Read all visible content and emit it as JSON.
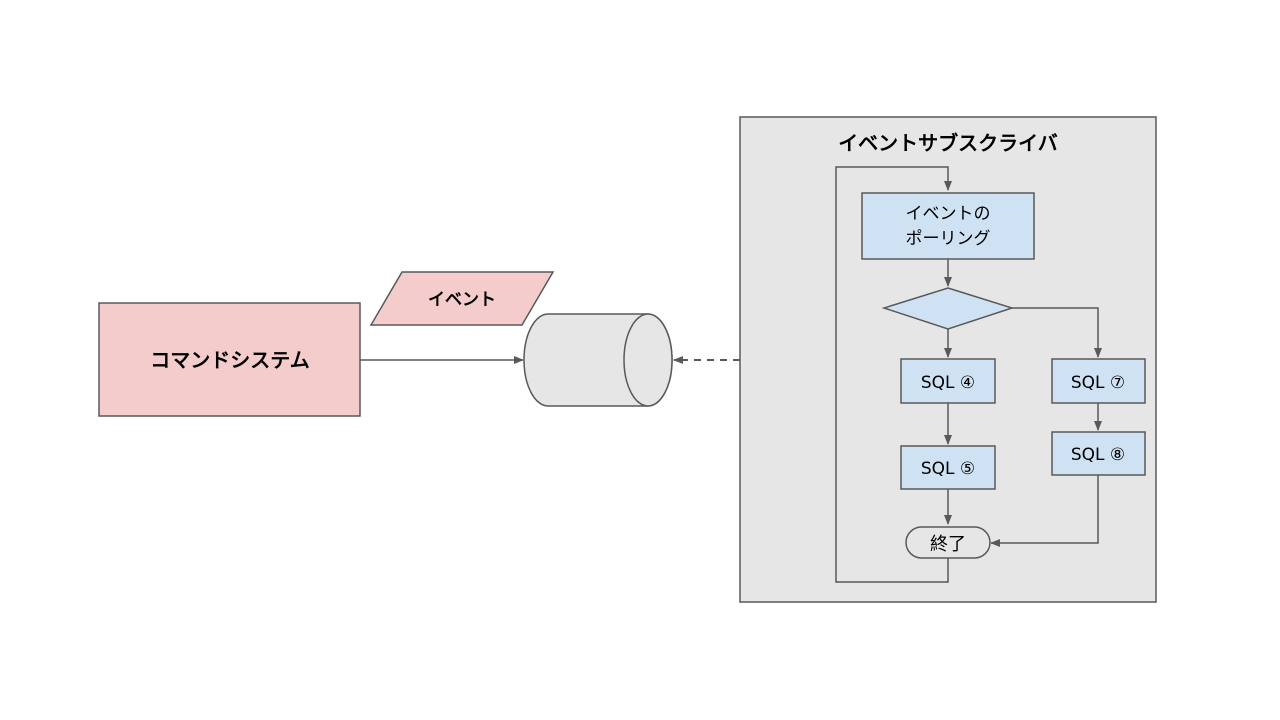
{
  "command_system": {
    "label": "コマンドシステム"
  },
  "event_tag": {
    "label": "イベント"
  },
  "subscriber": {
    "title": "イベントサブスクライバ",
    "polling": {
      "line1": "イベントの",
      "line2": "ポーリング"
    },
    "sql_4": "SQL ④",
    "sql_5": "SQL ⑤",
    "sql_7": "SQL ⑦",
    "sql_8": "SQL ⑧",
    "end": "終了"
  },
  "colors": {
    "pink_fill": "#f4cccc",
    "blue_fill": "#cfe2f3",
    "container_fill": "#e6e6e6",
    "cylinder_fill": "#e6e6e6",
    "stroke": "#595959"
  }
}
